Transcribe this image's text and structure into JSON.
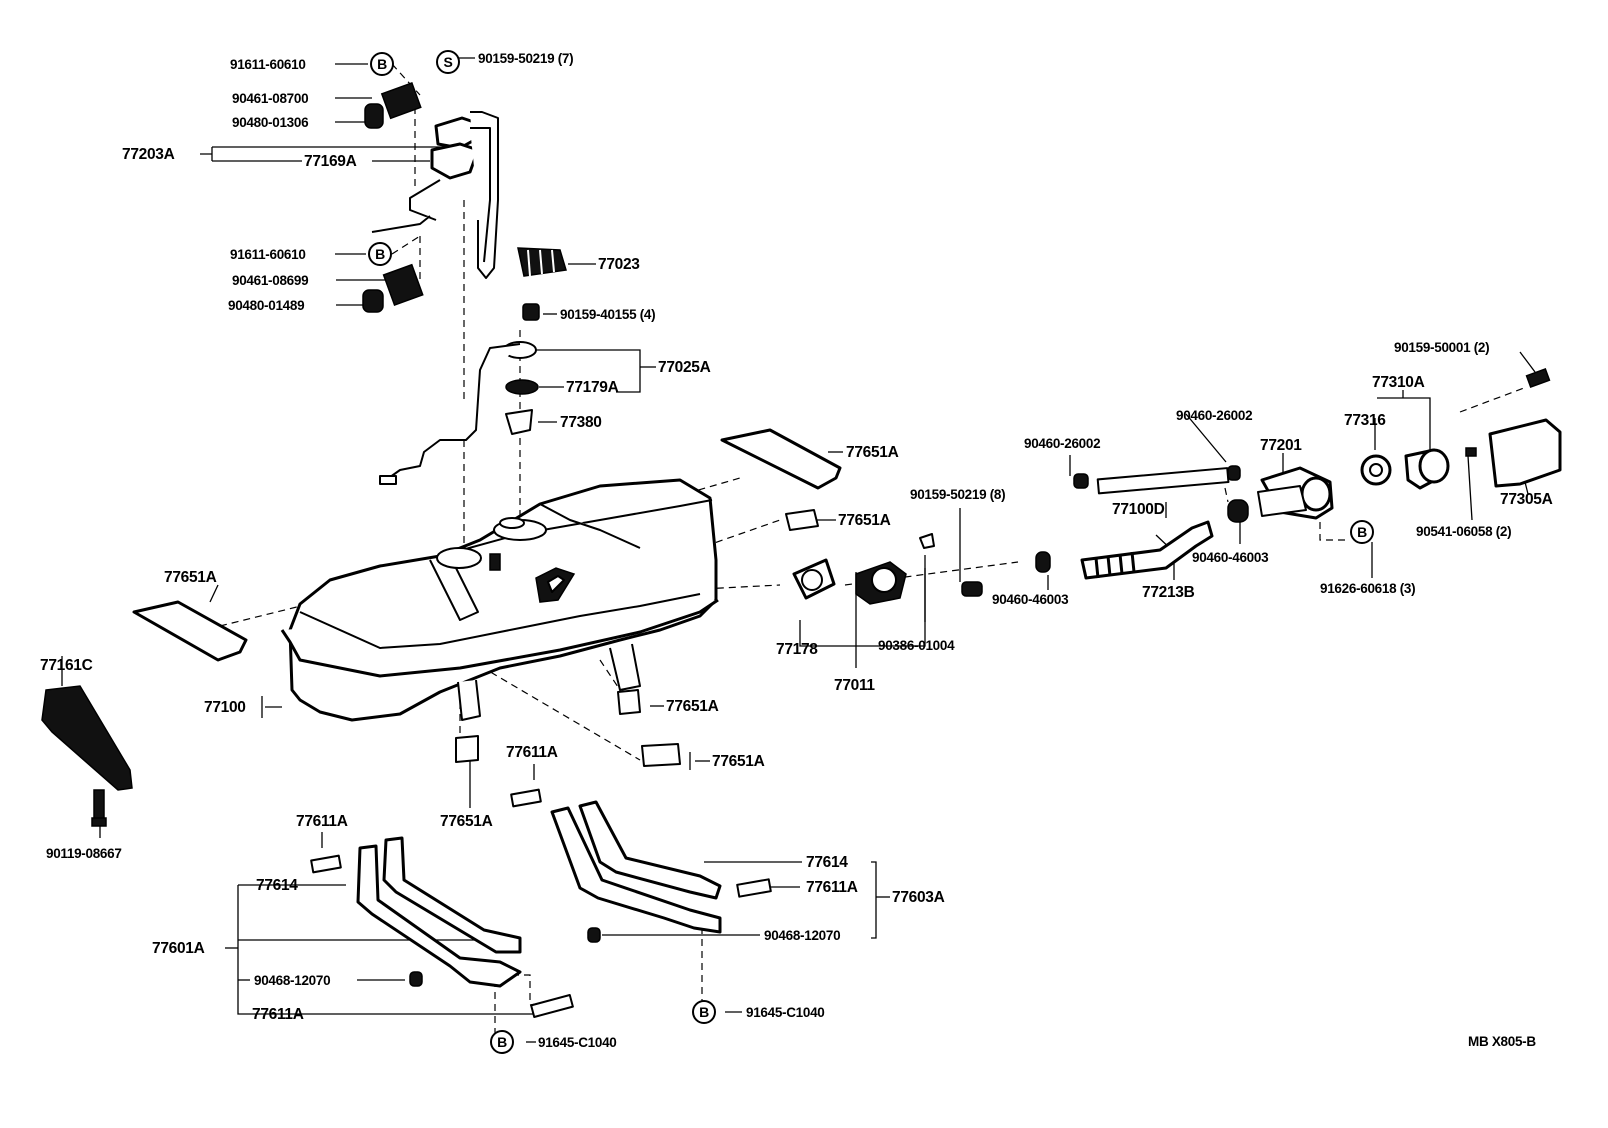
{
  "labels": {
    "p91611_60610_top": "91611-60610",
    "p90159_50219_7": "90159-50219 (7)",
    "p90461_08700": "90461-08700",
    "p90480_01306": "90480-01306",
    "p77203A": "77203A",
    "p77169A": "77169A",
    "p91611_60610_mid": "91611-60610",
    "p77023": "77023",
    "p90461_08699": "90461-08699",
    "p90480_01489": "90480-01489",
    "p90159_40155_4": "90159-40155 (4)",
    "p77025A": "77025A",
    "p77179A": "77179A",
    "p77380": "77380",
    "p77651A_a": "77651A",
    "p77651A_b": "77651A",
    "p77651A_c": "77651A",
    "p77651A_d": "77651A",
    "p77651A_e": "77651A",
    "p77651A_f": "77651A",
    "p90460_26002_a": "90460-26002",
    "p90460_26002_b": "90460-26002",
    "p77201": "77201",
    "p77316": "77316",
    "p77310A": "77310A",
    "p90159_50001_2": "90159-50001 (2)",
    "p77305A": "77305A",
    "p90541_06058_2": "90541-06058 (2)",
    "p77100D": "77100D",
    "p90159_50219_8": "90159-50219 (8)",
    "p90460_46003_a": "90460-46003",
    "p90460_46003_b": "90460-46003",
    "p77213B": "77213B",
    "p91626_60618_3": "91626-60618 (3)",
    "p77178": "77178",
    "p90386_01004": "90386-01004",
    "p77011": "77011",
    "p77161C": "77161C",
    "p77100": "77100",
    "p90119_08667": "90119-08667",
    "p77611A_a": "77611A",
    "p77611A_b": "77611A",
    "p77611A_c": "77611A",
    "p77611A_d": "77611A",
    "p77614_a": "77614",
    "p77614_b": "77614",
    "p77601A": "77601A",
    "p77603A": "77603A",
    "p90468_12070_a": "90468-12070",
    "p90468_12070_b": "90468-12070",
    "p91645_C1040_a": "91645-C1040",
    "p91645_C1040_b": "91645-C1040",
    "ref_code": "MB X805-B"
  },
  "markers": {
    "b": "B",
    "s": "S"
  }
}
